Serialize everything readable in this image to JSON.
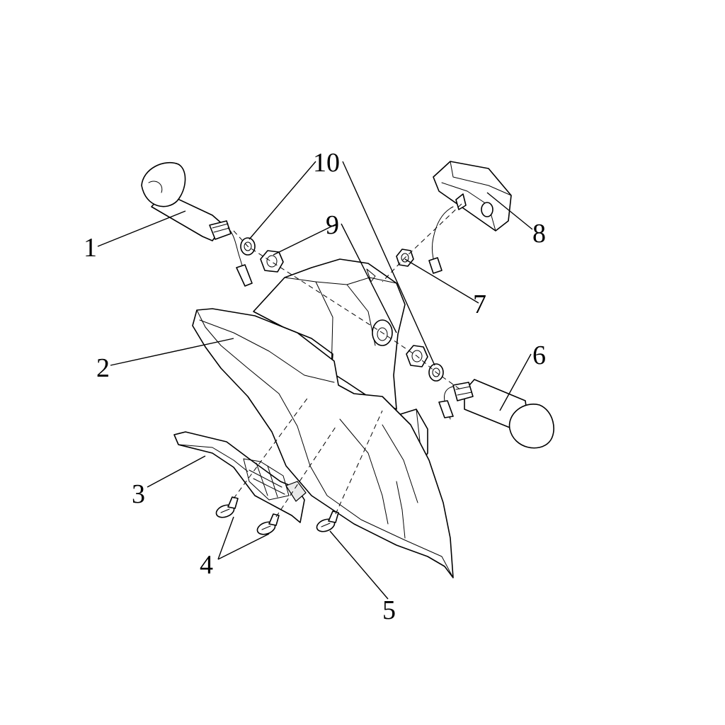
{
  "callouts": [
    {
      "id": "1",
      "label": "1"
    },
    {
      "id": "2",
      "label": "2"
    },
    {
      "id": "3",
      "label": "3"
    },
    {
      "id": "4",
      "label": "4"
    },
    {
      "id": "5",
      "label": "5"
    },
    {
      "id": "6",
      "label": "6"
    },
    {
      "id": "7",
      "label": "7"
    },
    {
      "id": "8",
      "label": "8"
    },
    {
      "id": "9",
      "label": "9"
    },
    {
      "id": "10",
      "label": "10"
    }
  ],
  "colors": {
    "line": "#000000",
    "background": "#ffffff",
    "shade": "#e9e9e9"
  }
}
